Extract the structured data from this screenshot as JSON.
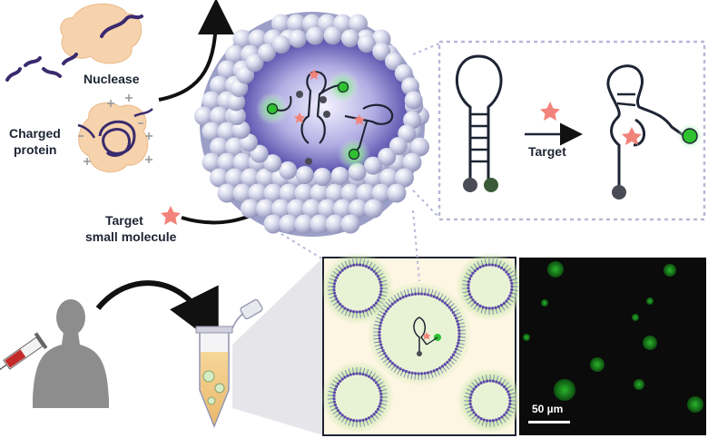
{
  "labels": {
    "nuclease": "Nuclease",
    "charged_protein_line1": "Charged",
    "charged_protein_line2": "protein",
    "target_small_molecule_line1": "Target",
    "target_small_molecule_line2": "small molecule",
    "target_arrow": "Target",
    "scale_bar": "50 µm"
  },
  "colors": {
    "nanoparticle": "#c9cbe3",
    "core_glow": "#5b55b0",
    "fluor_green": "#2fc12f",
    "dark_label": "#1e2433",
    "target_star": "#f2837a",
    "protein_blob": "#f6d3ad",
    "strand": "#3a2a6e",
    "panel_bg": "#fdf6e3",
    "micrograph_bg": "#0b0b0b",
    "zoom_border": "#b7b9d8"
  },
  "icons": [
    "nuclease-icon",
    "charged-protein-icon",
    "star-icon",
    "nanoparticle-icon",
    "hairpin-icon",
    "human-silhouette-icon",
    "syringe-icon",
    "tube-icon"
  ]
}
